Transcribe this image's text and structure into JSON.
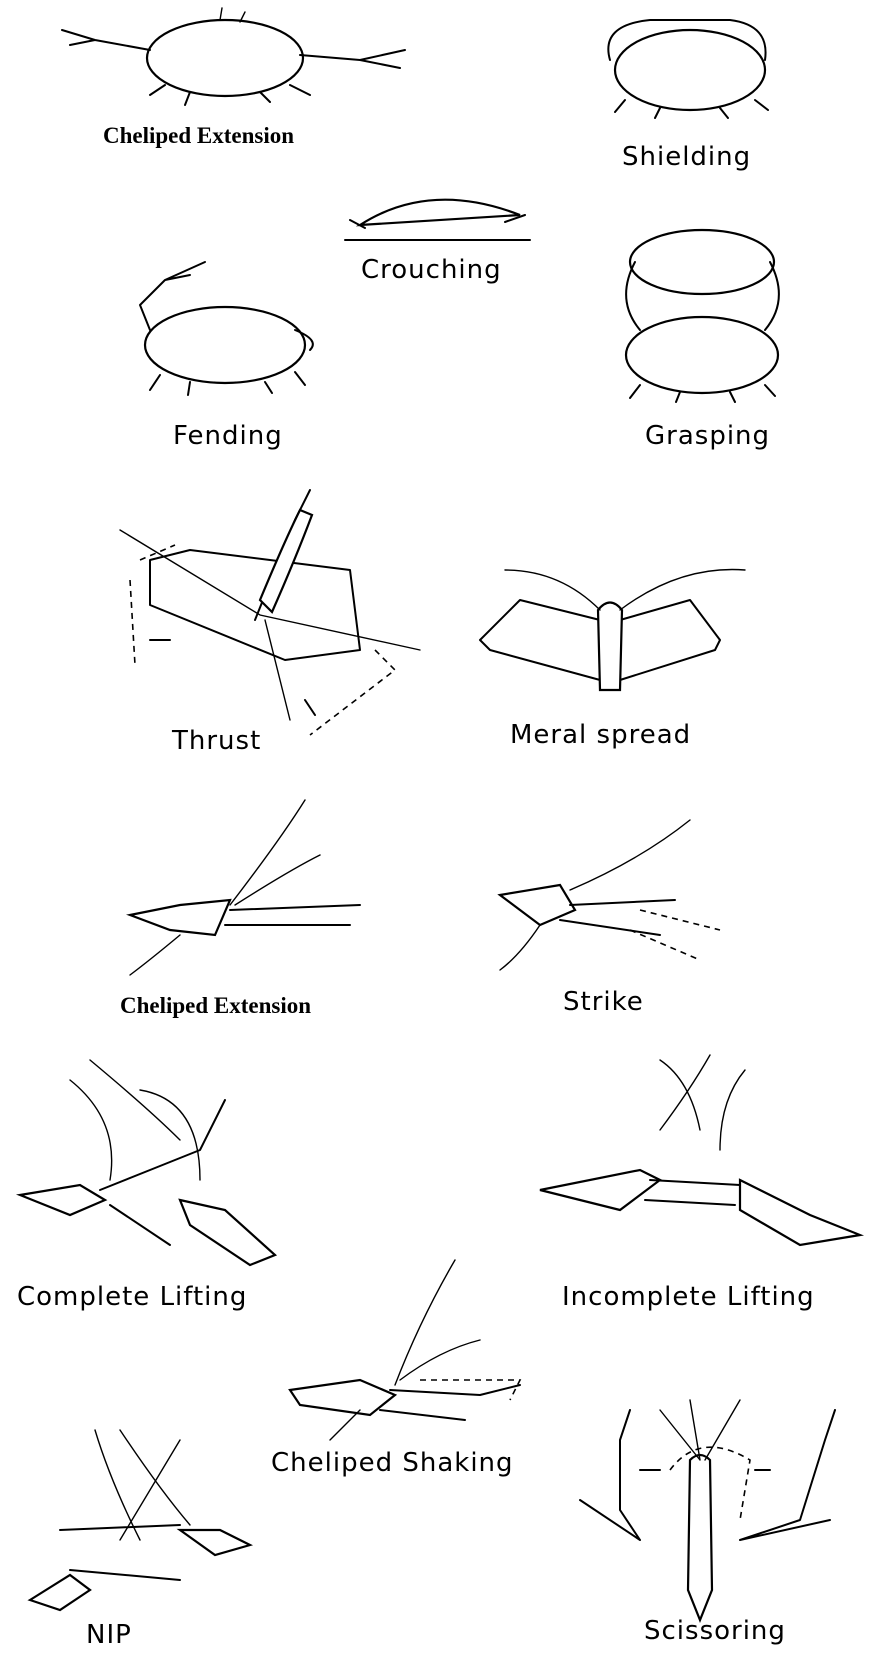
{
  "labels": {
    "crab_cheliped_extension": "Cheliped Extension",
    "shielding": "Shielding",
    "crouching": "Crouching",
    "fending": "Fending",
    "grasping": "Grasping",
    "thrust": "Thrust",
    "meral_spread": "Meral spread",
    "shrimp_cheliped_extension": "Cheliped Extension",
    "strike": "Strike",
    "complete_lifting": "Complete Lifting",
    "incomplete_lifting": "Incomplete Lifting",
    "cheliped_shaking": "Cheliped Shaking",
    "nip": "NIP",
    "scissoring": "Scissoring"
  }
}
